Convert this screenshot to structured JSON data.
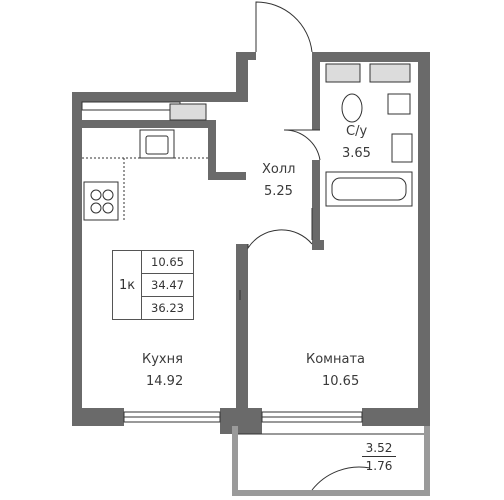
{
  "rooms": {
    "hall": {
      "name": "Холл",
      "area": "5.25"
    },
    "bathroom": {
      "name": "С/у",
      "area": "3.65"
    },
    "kitchen": {
      "name": "Кухня",
      "area": "14.92"
    },
    "room": {
      "name": "Комната",
      "area": "10.65"
    }
  },
  "summary": {
    "type": "1к",
    "living_area": "10.65",
    "total_area": "34.47",
    "total_with_balcony": "36.23"
  },
  "balcony": {
    "area": "3.52",
    "area_with_coef": "1.76"
  },
  "colors": {
    "wall": "#666666",
    "wall_dark": "#4a4a4a",
    "line": "#333333",
    "fixture_fill": "#dcdcdc"
  }
}
